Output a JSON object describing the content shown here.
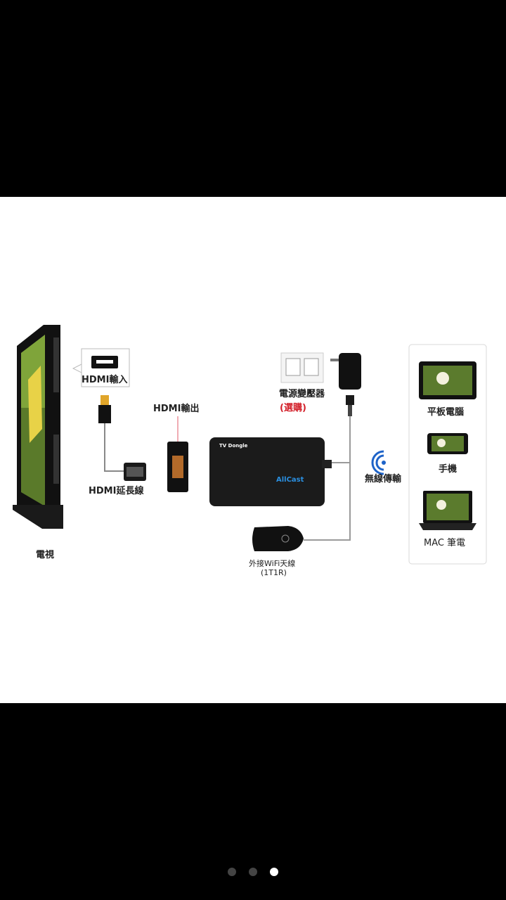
{
  "diagram": {
    "tv_label": "電視",
    "hdmi_in_label": "HDMI輸入",
    "hdmi_out_label": "HDMI輸出",
    "hdmi_ext_label": "HDMI延長線",
    "power_label": "電源變壓器",
    "power_optional": "(選購)",
    "wireless_label": "無線傳輸",
    "antenna_label": "外接WiFi天線",
    "antenna_spec": "(1T1R)",
    "dongle_title": "TV Dongle",
    "dongle_brand": "AllCast",
    "devices": {
      "tablet": "平板電腦",
      "phone": "手機",
      "mac": "MAC 筆電"
    }
  },
  "pager": {
    "count": 3,
    "active_index": 2
  },
  "colors": {
    "accent_blue": "#1e63c8",
    "label_red": "#d3202a",
    "cable_gray": "#9a9a9a"
  }
}
